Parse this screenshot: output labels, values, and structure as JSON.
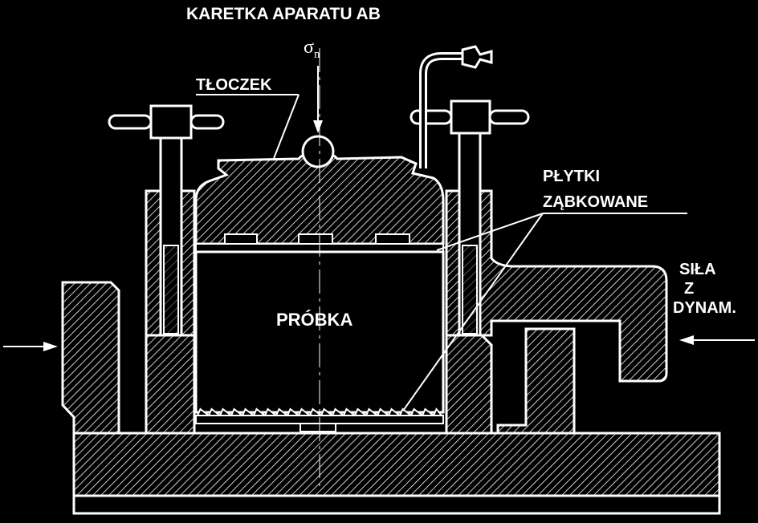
{
  "title": "KARETKA APARATU  AB",
  "labels": {
    "sigma": "σ",
    "sigma_sub": "n",
    "piston": "TŁOCZEK",
    "plates_line1": "PŁYTKI",
    "plates_line2": "ZĄBKOWANE",
    "force_line1": "SIŁA",
    "force_line2": "Z",
    "force_line3": "DYNAM.",
    "sample": "PRÓBKA"
  },
  "colors": {
    "background": "#000000",
    "ink": "#ffffff"
  }
}
